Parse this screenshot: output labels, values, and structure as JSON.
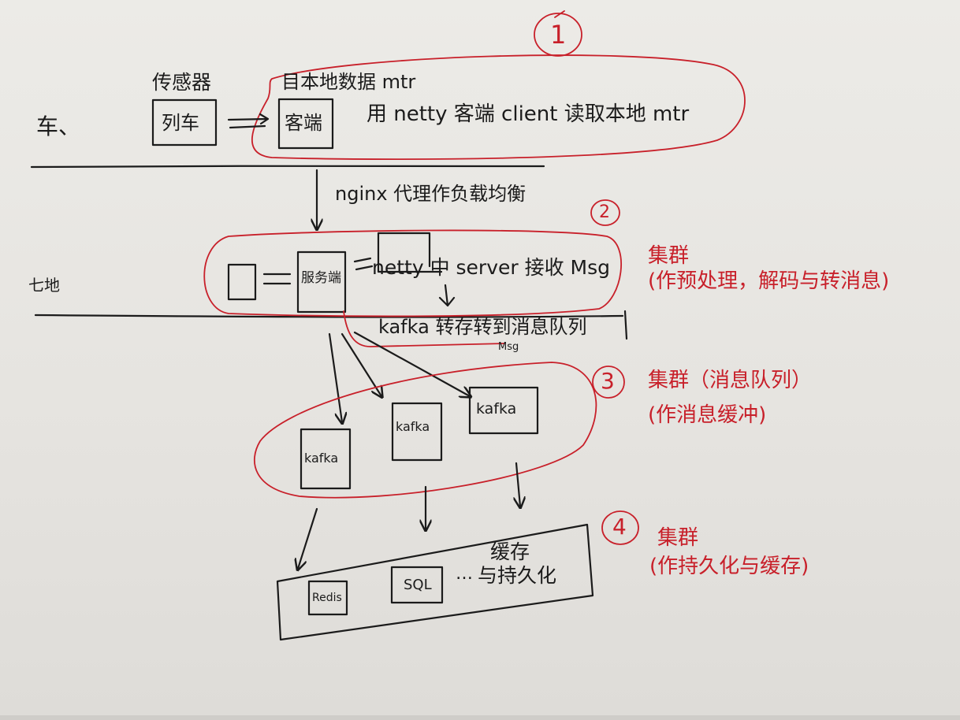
{
  "labels": {
    "circle_1": "1",
    "circle_2": "2",
    "circle_3": "3",
    "circle_4": "4",
    "sensor": "传感器",
    "vehicle_box": "列车",
    "local_data": "目本地数据 mtr",
    "client_box": "客端",
    "client_desc": "用 netty 客端 client 读取本地 mtr",
    "left_car": "车、",
    "left_ground": "七地",
    "nginx": "nginx 代理作负载均衡",
    "server_box": "服务端",
    "server_desc": "netty 中 server 接收 Msg",
    "kafka_forward": "kafka 转存转到消息队列",
    "msg_small": "Msg",
    "kafka_node_1": "kafka",
    "kafka_node_2": "kafka",
    "kafka_node_3": "kafka",
    "redis": "Redis",
    "sql": "SQL",
    "storage_dots": "…",
    "storage_line1": "缓存",
    "storage_line2": "与持久化"
  },
  "annotations": {
    "cluster_2_title": "集群",
    "cluster_2_note": "(作预处理，解码与转消息)",
    "cluster_3_title": "集群（消息队列）",
    "cluster_3_note": "(作消息缓冲)",
    "cluster_4_title": "集群",
    "cluster_4_note": "(作持久化与缓存)"
  },
  "colors": {
    "ink": "#1b1b1b",
    "red_ink": "#c8202a",
    "paper": "#e9e7e3"
  }
}
